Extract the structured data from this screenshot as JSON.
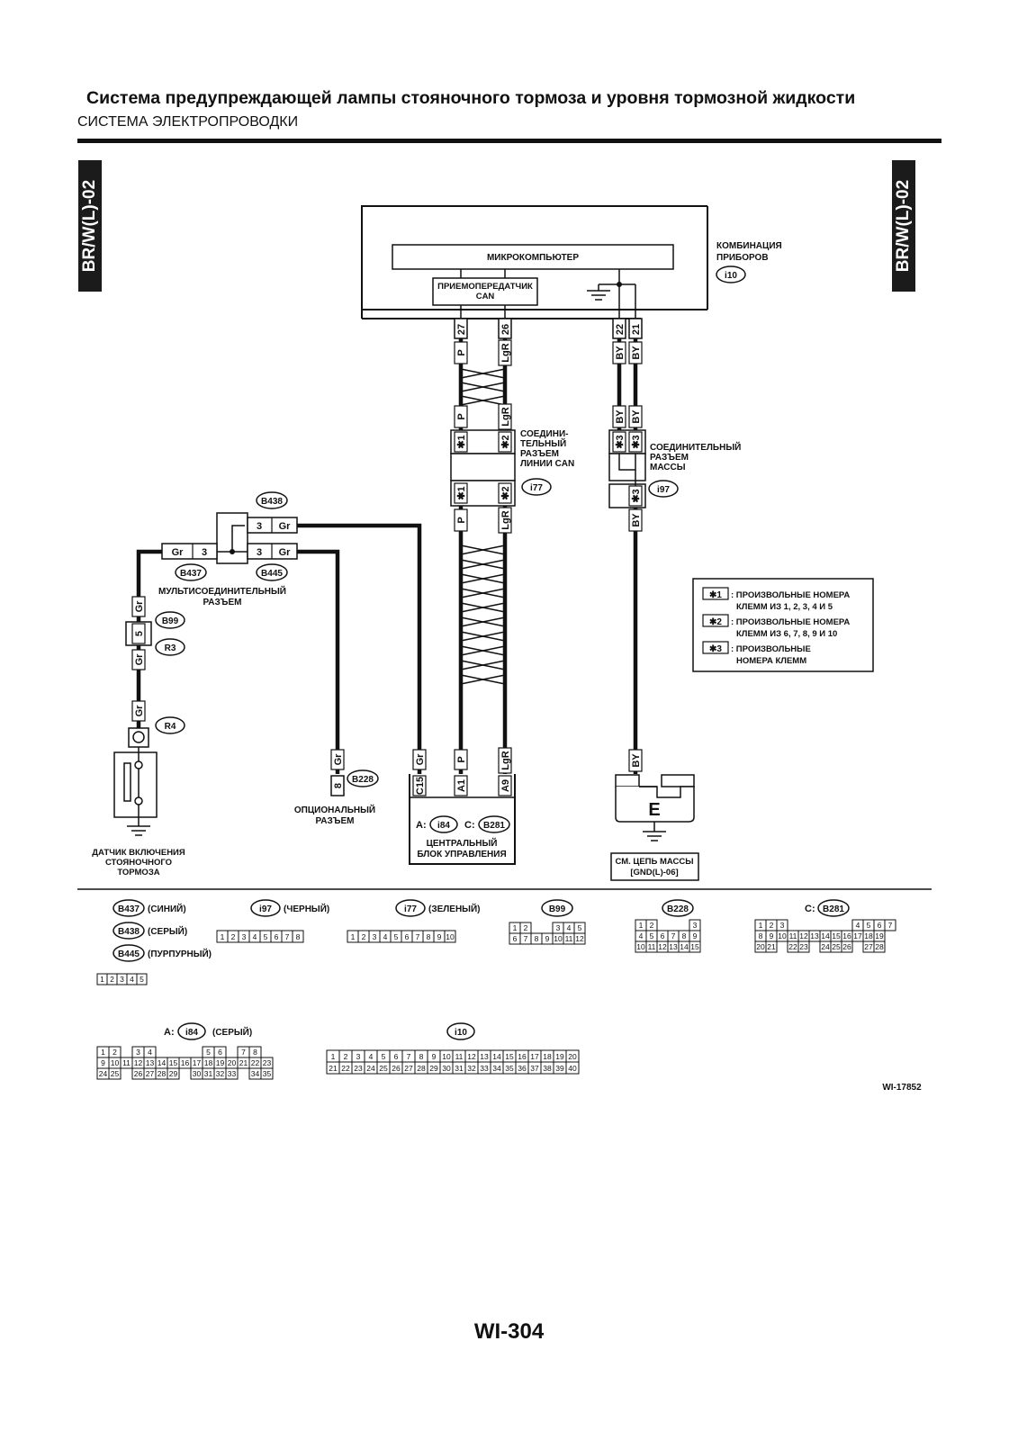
{
  "header": {
    "title": "Система предупреждающей лампы стояночного тормоза и уровня тормозной жидкости",
    "subtitle": "СИСТЕМА ЭЛЕКТРОПРОВОДКИ"
  },
  "side_tabs": {
    "left": "BR/W(L)-02",
    "right": "BR/W(L)-02"
  },
  "meter": {
    "micro": "МИКРОКОМПЬЮТЕР",
    "can": "ПРИЕМОПЕРЕДАТЧИК CAN",
    "name": "КОМБИНАЦИЯ ПРИБОРОВ",
    "id": "i10",
    "pins": [
      "27",
      "26",
      "22",
      "21"
    ],
    "wires": [
      "P",
      "LgR",
      "BY",
      "BY"
    ]
  },
  "can_joint": {
    "pins": [
      "✱1",
      "✱2"
    ],
    "wires": [
      "P",
      "LgR"
    ],
    "label": "СОЕДИНИ- ТЕЛЬНЫЙ РАЗЪЕМ ЛИНИИ CAN",
    "id": "i77"
  },
  "gnd_joint": {
    "pins": [
      "✱3",
      "✱3",
      "✱3"
    ],
    "wires": [
      "BY",
      "BY",
      "BY"
    ],
    "label": "СОЕДИНИТЕЛЬНЫЙ РАЗЪЕМ МАССЫ",
    "id": "i97"
  },
  "multi": {
    "label": "МУЛЬТИСОЕДИНИТЕЛЬНЫЙ РАЗЪЕМ",
    "ids": [
      "B438",
      "B437",
      "B445"
    ],
    "pin": "3",
    "wire": "Gr"
  },
  "sensor": {
    "wire": "Gr",
    "pin": "5",
    "ids": [
      "B99",
      "R3",
      "R4"
    ],
    "label": "ДАТЧИК ВКЛЮЧЕНИЯ СТОЯНОЧНОГО ТОРМОЗА"
  },
  "optional": {
    "wire": "Gr",
    "pin": "8",
    "id": "B228",
    "label": "ОПЦИОНАЛЬНЫЙ РАЗЪЕМ"
  },
  "cbu": {
    "pins": [
      "C15",
      "A1",
      "A9"
    ],
    "wires": [
      "Gr",
      "P",
      "LgR"
    ],
    "prefix_a": "A:",
    "id_a": "i84",
    "prefix_c": "C:",
    "id_c": "B281",
    "label": "ЦЕНТРАЛЬНЫЙ БЛОК УПРАВЛЕНИЯ"
  },
  "ground": {
    "wire": "BY",
    "letter": "E",
    "label": "СМ. ЦЕПЬ МАССЫ [GND(L)-06]"
  },
  "legend": [
    {
      "key": "✱1",
      "text": ": ПРОИЗВОЛЬНЫЕ НОМЕРА КЛЕММ ИЗ 1, 2, 3, 4 И 5"
    },
    {
      "key": "✱2",
      "text": ": ПРОИЗВОЛЬНЫЕ НОМЕРА КЛЕММ ИЗ 6, 7, 8, 9 И 10"
    },
    {
      "key": "✱3",
      "text": ": ПРОИЗВОЛЬНЫЕ НОМЕРА КЛЕММ"
    }
  ],
  "connectors": {
    "b437": {
      "id": "B437",
      "color": "(СИНИЙ)"
    },
    "b438": {
      "id": "B438",
      "color": "(СЕРЫЙ)"
    },
    "b445": {
      "id": "B445",
      "color": "(ПУРПУРНЫЙ)"
    },
    "i97": {
      "id": "i97",
      "color": "(ЧЕРНЫЙ)"
    },
    "i77": {
      "id": "i77",
      "color": "(ЗЕЛЕНЫЙ)"
    },
    "b99": {
      "id": "B99"
    },
    "b228": {
      "id": "B228"
    },
    "b281": {
      "prefix": "C:",
      "id": "B281"
    },
    "i84": {
      "prefix": "A:",
      "id": "i84",
      "color": "(СЕРЫЙ)"
    },
    "i10": {
      "id": "i10"
    }
  },
  "figure_id": "WI-17852",
  "page_number": "WI-304"
}
